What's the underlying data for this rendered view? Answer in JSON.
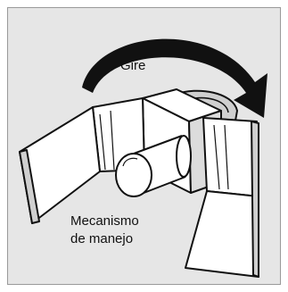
{
  "labels": {
    "rotate": "Gire",
    "mechanism_line1": "Mecanismo",
    "mechanism_line2": "de manejo"
  },
  "colors": {
    "panel_bg": "#e6e6e6",
    "ink": "#111111",
    "part_fill": "#ffffff",
    "shade": "#cfcfcf"
  }
}
